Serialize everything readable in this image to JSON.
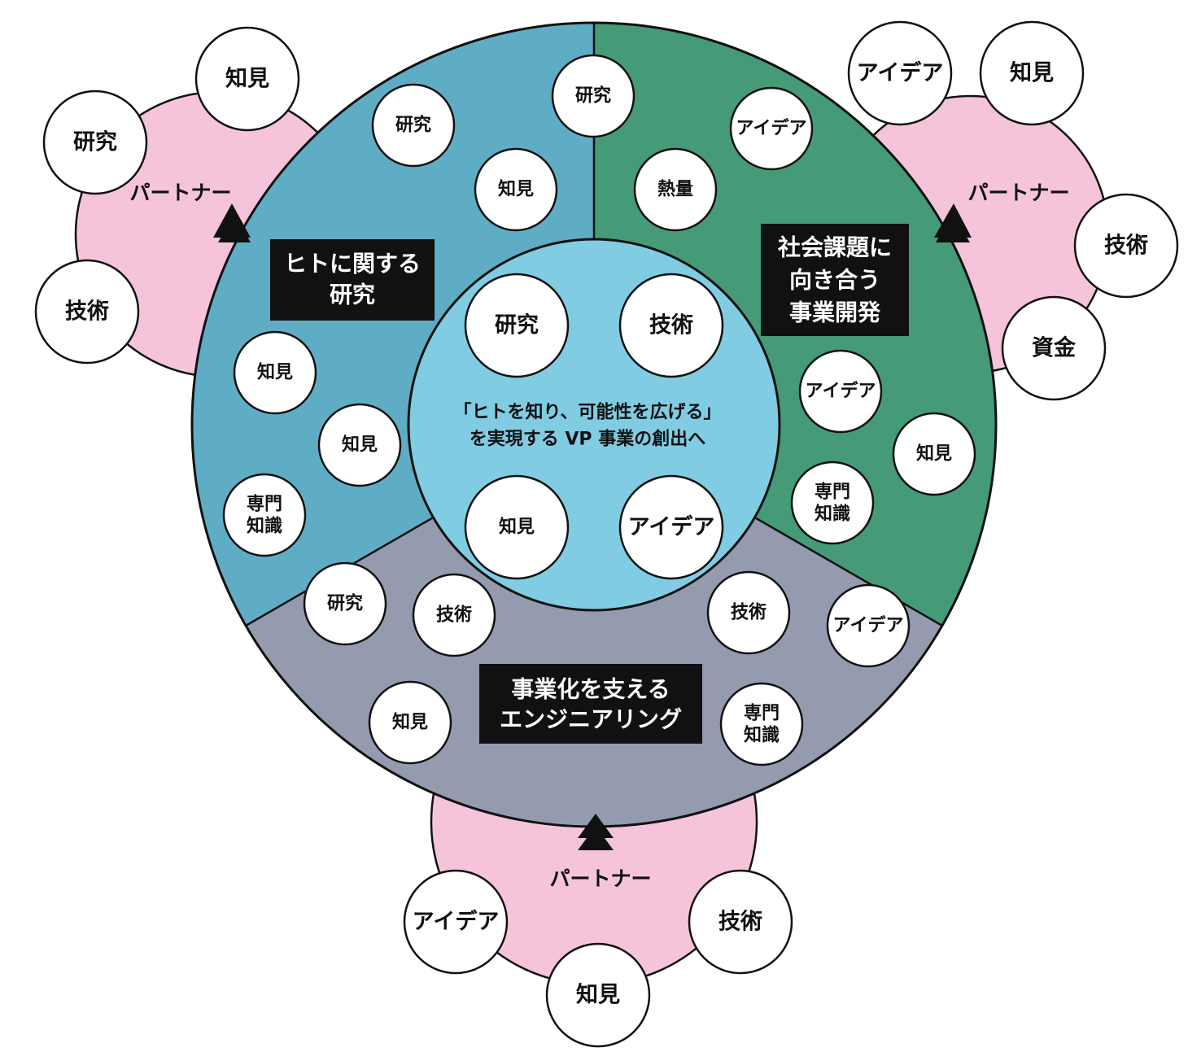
{
  "colors": {
    "sector_research": "#5FADC4",
    "sector_social": "#459A77",
    "sector_engineering": "#949BAE",
    "core": "#80CCE3",
    "partner": "#F5C4DA"
  },
  "partners": {
    "top_left": {
      "label": "パートナー",
      "items": [
        "知見",
        "研究",
        "技術"
      ]
    },
    "top_right": {
      "label": "パートナー",
      "items": [
        "アイデア",
        "知見",
        "技術",
        "資金"
      ]
    },
    "bottom": {
      "label": "パートナー",
      "items": [
        "アイデア",
        "知見",
        "技術"
      ]
    }
  },
  "sectors": {
    "research": {
      "title": [
        "ヒトに関する",
        "研究"
      ],
      "items": [
        "研究",
        "研究",
        "知見",
        "知見",
        "知見",
        "専門",
        "知識"
      ]
    },
    "social": {
      "title": [
        "社会課題に",
        "向き合う",
        "事業開発"
      ],
      "items": [
        "アイデア",
        "熱量",
        "アイデア",
        "知見",
        "専門",
        "知識"
      ]
    },
    "engineering": {
      "title": [
        "事業化を支える",
        "エンジニアリング"
      ],
      "items": [
        "研究",
        "技術",
        "技術",
        "アイデア",
        "知見",
        "専門",
        "知識"
      ]
    }
  },
  "core": {
    "items": [
      "研究",
      "技術",
      "知見",
      "アイデア"
    ],
    "slogan": [
      "「ヒトを知り、可能性を広げる」",
      "を実現する VP 事業の創出へ"
    ]
  }
}
